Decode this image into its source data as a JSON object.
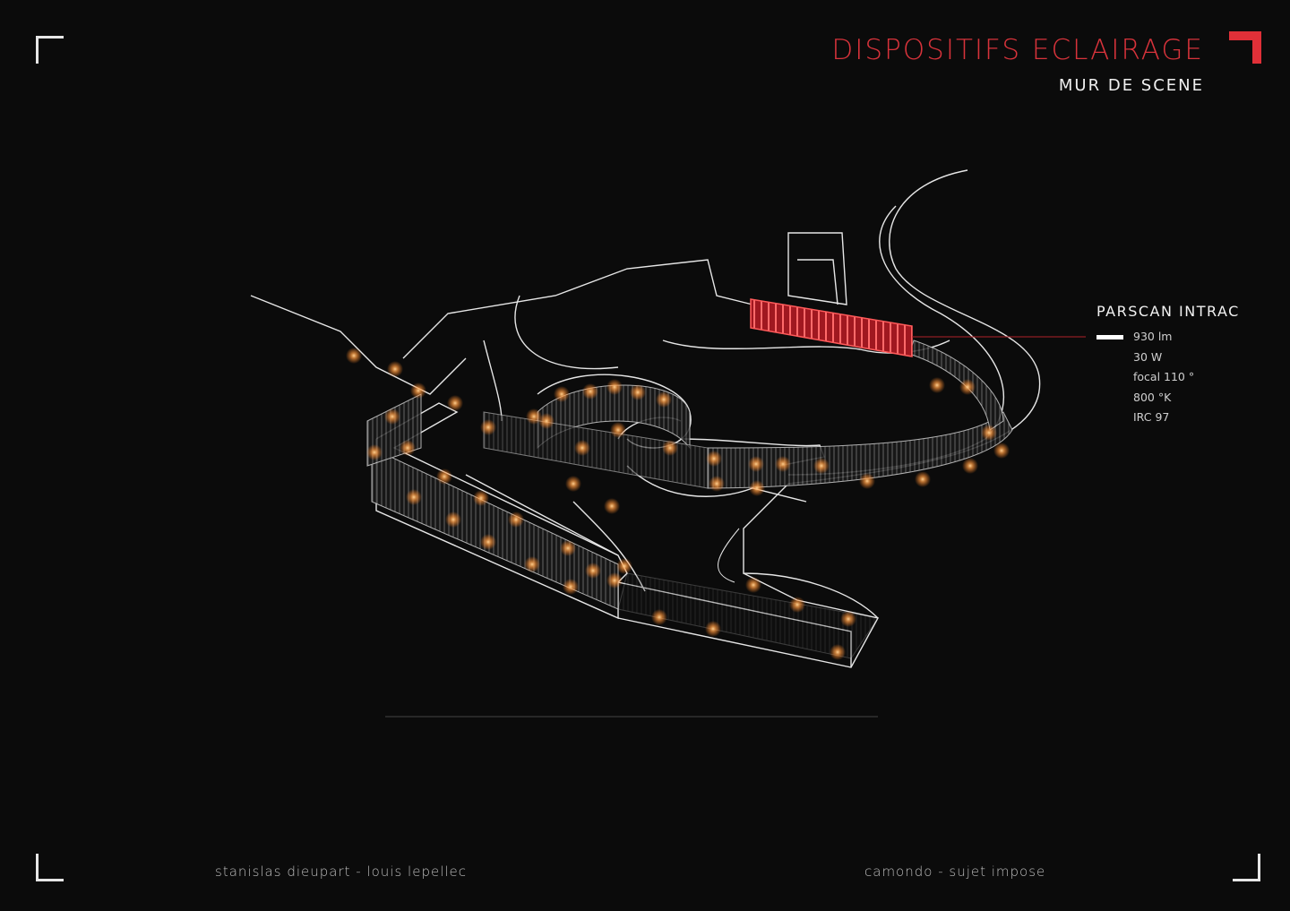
{
  "header": {
    "title": "DISPOSITIFS ECLAIRAGE",
    "subtitle": "MUR DE SCENE"
  },
  "legend": {
    "title": "PARSCAN INTRAC",
    "specs": [
      "930 lm",
      "30 W",
      "focal 110 °",
      "800 °K",
      "IRC 97"
    ]
  },
  "footer": {
    "authors": "stanislas dieupart  -  louis lepellec",
    "project": "camondo - sujet impose"
  },
  "colors": {
    "accent": "#d8333b",
    "light": "#ffb060",
    "line": "#e6e6e6",
    "background": "#0b0b0b"
  }
}
